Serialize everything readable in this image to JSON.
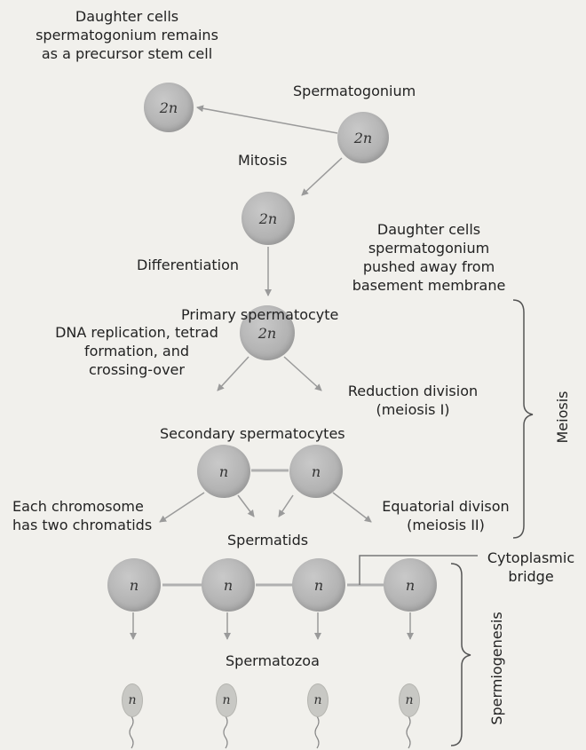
{
  "labels": {
    "daughter_top": "Daughter cells\nspermatogonium remains\nas a precursor stem cell",
    "spermatogonium": "Spermatogonium",
    "mitosis": "Mitosis",
    "daughter_right": "Daughter cells\nspermatogonium\npushed away from\nbasement membrane",
    "differentiation": "Differentiation",
    "primary": "Primary spermatocyte",
    "dna": "DNA replication, tetrad\nformation, and\ncrossing-over",
    "reduction": "Reduction division\n(meiosis I)",
    "secondary": "Secondary spermatocytes",
    "each_chrom": "Each chromosome\nhas two chromatids",
    "equatorial": "Equatorial divison\n(meiosis II)",
    "spermatids": "Spermatids",
    "cytoplasmic": "Cytoplasmic\nbridge",
    "spermatozoa": "Spermatozoa",
    "meiosis": "Meiosis",
    "spermiogenesis": "Spermiogenesis"
  },
  "ploidy": {
    "diploid": "2n",
    "haploid": "n"
  }
}
